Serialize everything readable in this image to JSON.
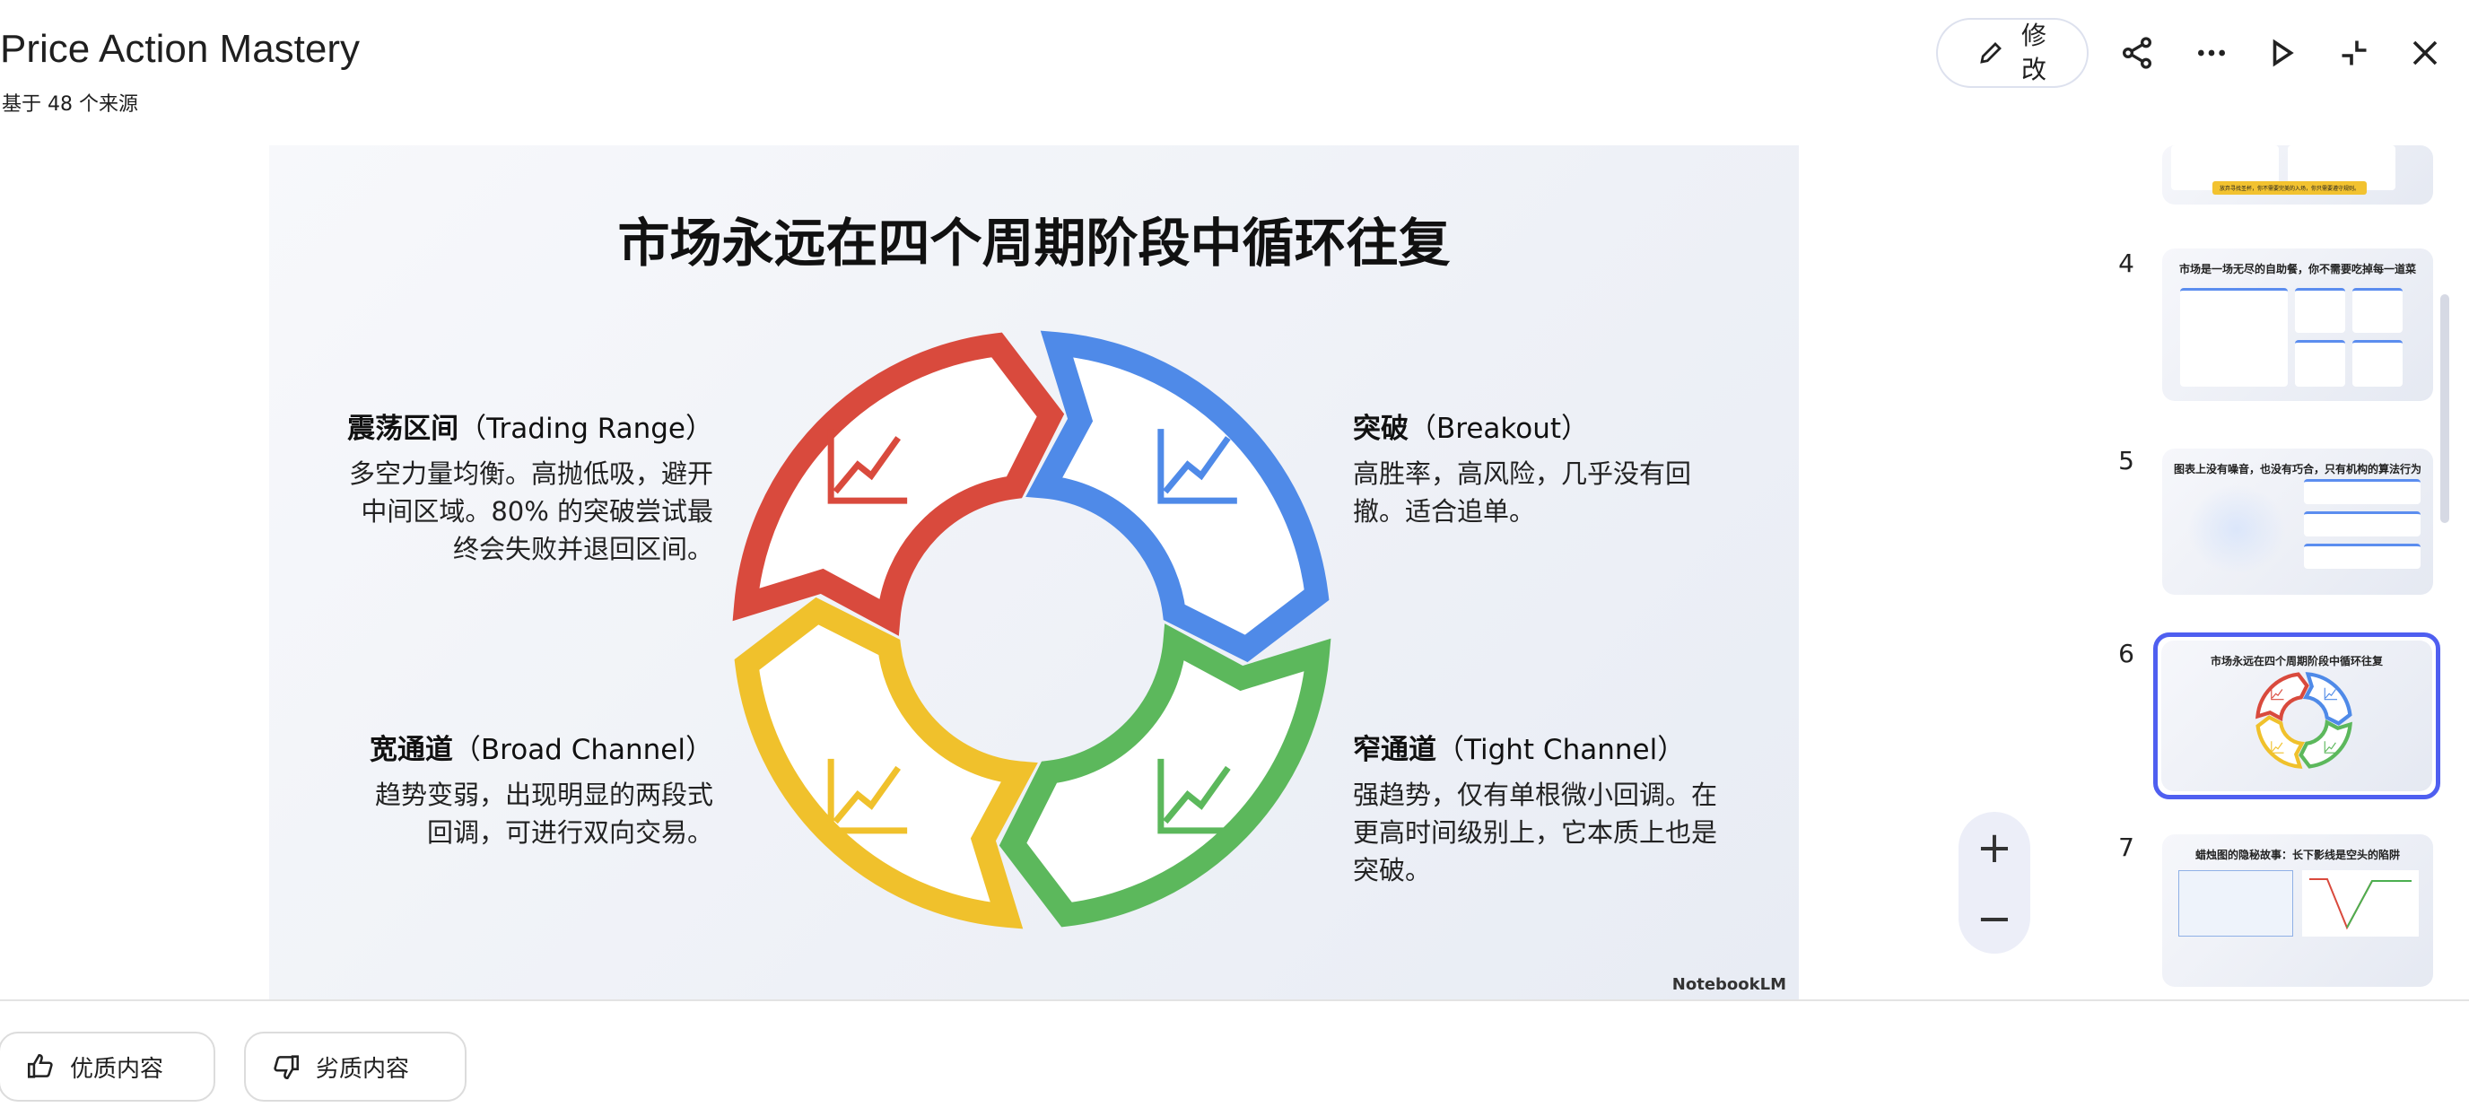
{
  "header": {
    "title": "Price Action Mastery",
    "subtitle": "基于 48 个来源",
    "edit_label": "修改",
    "icons": [
      "pencil-icon",
      "share-icon",
      "more-icon",
      "play-icon",
      "collapse-icon",
      "close-icon"
    ]
  },
  "slide": {
    "title": "市场永远在四个周期阶段中循环往复",
    "brand": "NotebookLM",
    "colors": {
      "red": "#d94a3d",
      "blue": "#4f8ae8",
      "green": "#5cb85c",
      "yellow": "#f0c12c"
    },
    "phases": [
      {
        "name": "震荡区间",
        "en": "（Trading Range）",
        "body": [
          "多空力量均衡。高抛低吸，避开",
          "中间区域。80% 的突破尝试最",
          "终会失败并退回区间。"
        ]
      },
      {
        "name": "突破",
        "en": "（Breakout）",
        "body": [
          "高胜率，高风险，几乎没有回",
          "撤。适合追单。"
        ]
      },
      {
        "name": "宽通道",
        "en": "（Broad Channel）",
        "body": [
          "趋势变弱，出现明显的两段式",
          "回调，可进行双向交易。"
        ]
      },
      {
        "name": "窄通道",
        "en": "（Tight Channel）",
        "body": [
          "强趋势，仅有单根微小回调。在",
          "更高时间级别上，它本质上也是",
          "突破。"
        ]
      }
    ]
  },
  "zoom": {
    "in": "+",
    "out": "−"
  },
  "thumbnails": [
    {
      "num": "",
      "title": "",
      "footer": "放弃寻找圣杯，你不需要完美的入场，你只需要遵守规则。"
    },
    {
      "num": "4",
      "title": "市场是一场无尽的自助餐，你不需要吃掉每一道菜"
    },
    {
      "num": "5",
      "title": "图表上没有噪音，也没有巧合，只有机构的算法行为"
    },
    {
      "num": "6",
      "title": "市场永远在四个周期阶段中循环往复",
      "selected": true
    },
    {
      "num": "7",
      "title": "蜡烛图的隐秘故事：长下影线是空头的陷阱"
    }
  ],
  "feedback": {
    "good": "优质内容",
    "bad": "劣质内容"
  }
}
